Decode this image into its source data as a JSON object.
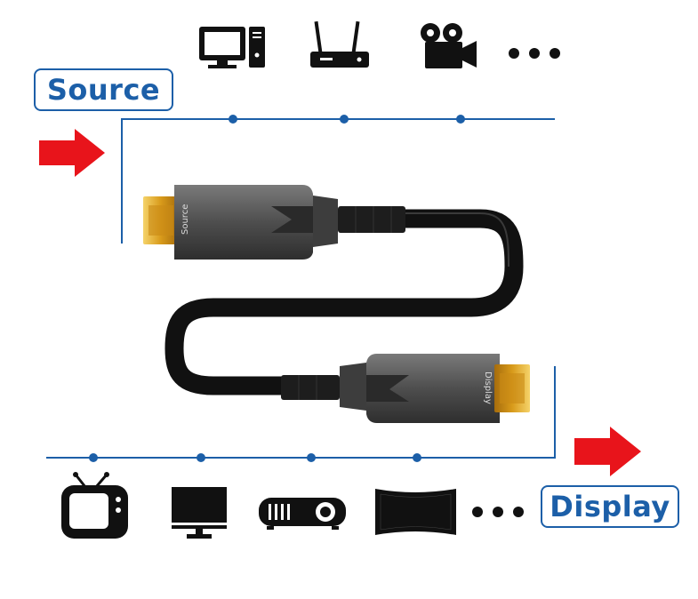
{
  "labels": {
    "source": "Source",
    "display": "Display",
    "plug_source": "Source",
    "plug_display": "Display"
  },
  "source_devices": [
    "computer-icon",
    "router-icon",
    "video-camera-icon",
    "more-icon"
  ],
  "display_devices": [
    "tv-icon",
    "monitor-icon",
    "projector-icon",
    "curved-screen-icon",
    "more-icon"
  ],
  "colors": {
    "accent_blue": "#1c5fa8",
    "arrow_red": "#e8141b",
    "cable_black": "#111111",
    "connector_gray": "#5b5b5b",
    "gold": "#e0a82a"
  }
}
